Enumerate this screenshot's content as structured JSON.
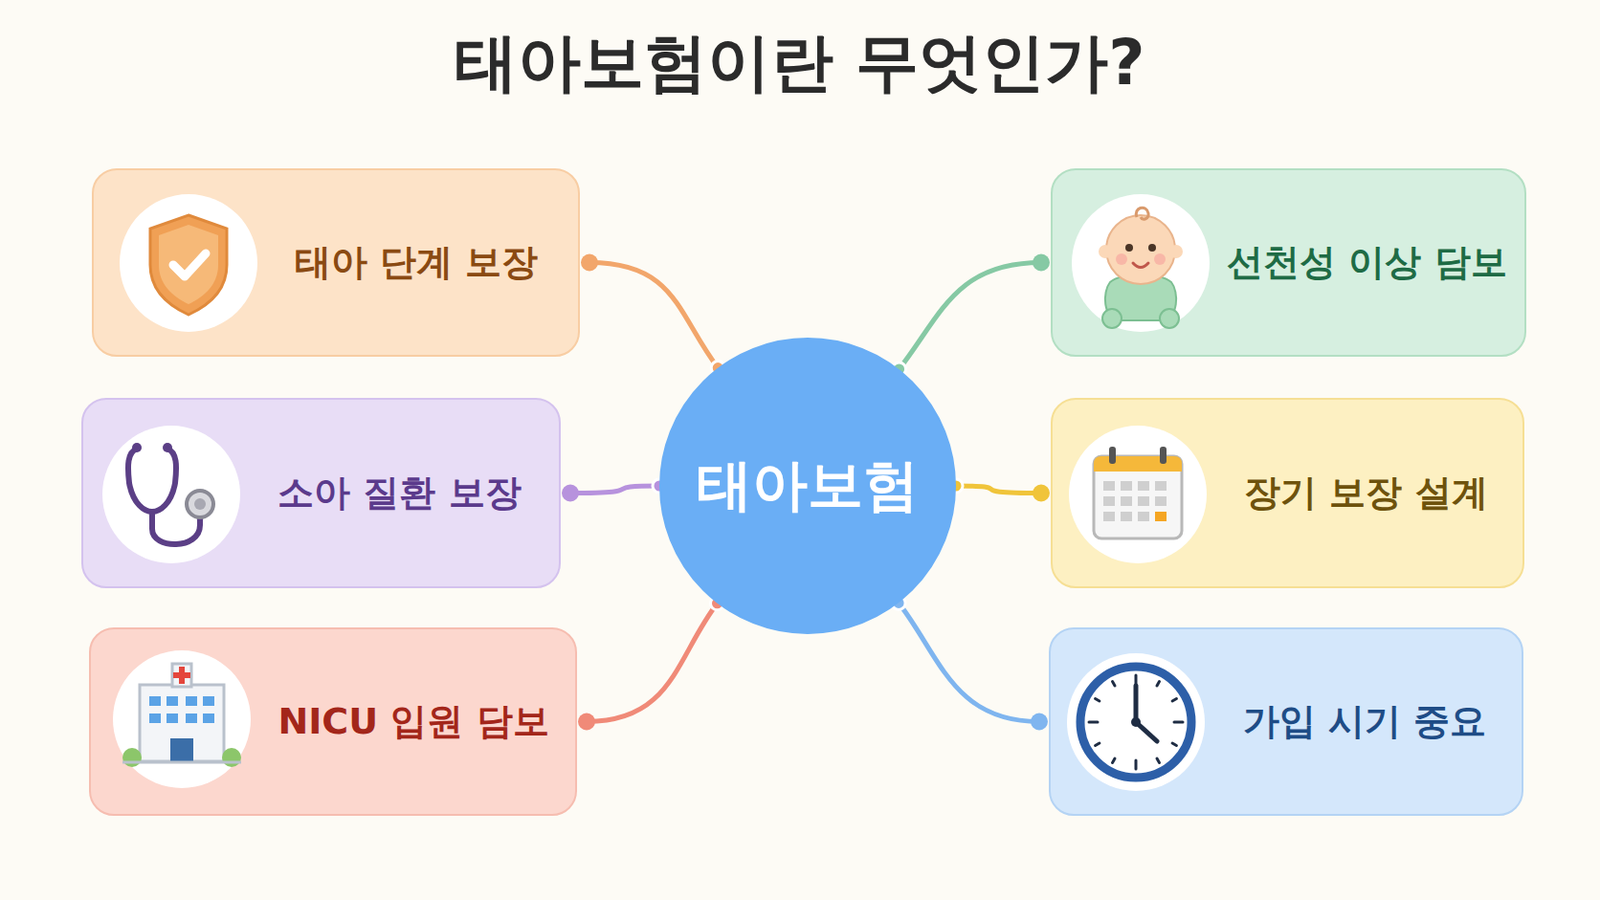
{
  "diagram": {
    "title": "태아보험이란 무엇인가?",
    "nodes": [
      {
        "text": [
          "태아 단계 보장"
        ]
      },
      {
        "text": [
          "선천성 이상 담보"
        ]
      },
      {
        "text": [
          "소아 질환 보장"
        ]
      },
      {
        "text": [
          "태아보험"
        ]
      },
      {
        "text": [
          "장기 보장 설계"
        ]
      },
      {
        "text": [
          "NICU 입원 담보"
        ]
      },
      {
        "text": [
          "가입 시기 중요"
        ]
      }
    ],
    "edges": [
      {
        "from": 3,
        "to": 0,
        "arrow": "none"
      },
      {
        "from": 3,
        "to": 1,
        "arrow": "none"
      },
      {
        "from": 3,
        "to": 2,
        "arrow": "none"
      },
      {
        "from": 3,
        "to": 4,
        "arrow": "none"
      },
      {
        "from": 3,
        "to": 5,
        "arrow": "none"
      },
      {
        "from": 3,
        "to": 6,
        "arrow": "none"
      }
    ]
  }
}
